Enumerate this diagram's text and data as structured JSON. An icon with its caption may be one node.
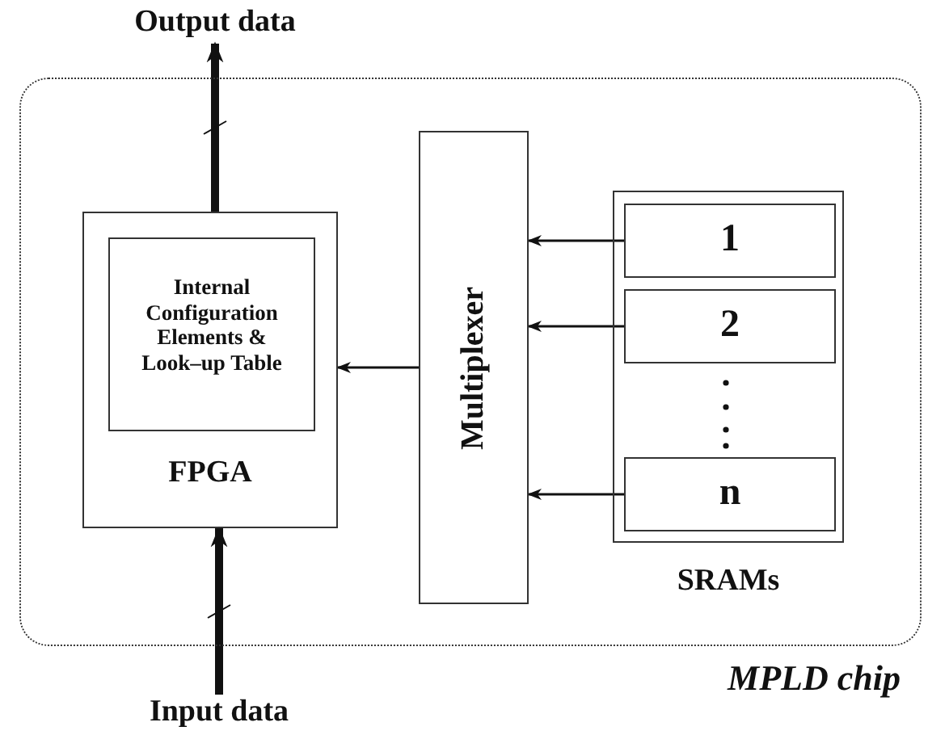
{
  "diagram": {
    "nodes": [
      {
        "text": [
          "MPLD chip"
        ]
      },
      {
        "text": [
          "FPGA"
        ],
        "in": 0
      },
      {
        "text": [
          "Internal Configuration Elements & Look–up Table"
        ],
        "in": 1
      },
      {
        "text": [
          "Multiplexer"
        ],
        "in": 0
      },
      {
        "text": [
          "SRAMs"
        ],
        "in": 0
      },
      {
        "text": [
          "1"
        ],
        "in": 4
      },
      {
        "text": [
          "2"
        ],
        "in": 4
      },
      {
        "text": [
          "n"
        ],
        "in": 4
      },
      {
        "text": [
          "Output data"
        ]
      },
      {
        "text": [
          "Input data"
        ]
      }
    ],
    "edges": [
      {
        "from": 5,
        "to": 3,
        "arrow": "to"
      },
      {
        "from": 6,
        "to": 3,
        "arrow": "to"
      },
      {
        "from": 7,
        "to": 3,
        "arrow": "to"
      },
      {
        "from": 3,
        "to": 1,
        "arrow": "to"
      },
      {
        "from": 1,
        "to": 8,
        "arrow": "to",
        "style": "thick"
      },
      {
        "from": 9,
        "to": 1,
        "arrow": "to",
        "style": "thick"
      }
    ]
  }
}
